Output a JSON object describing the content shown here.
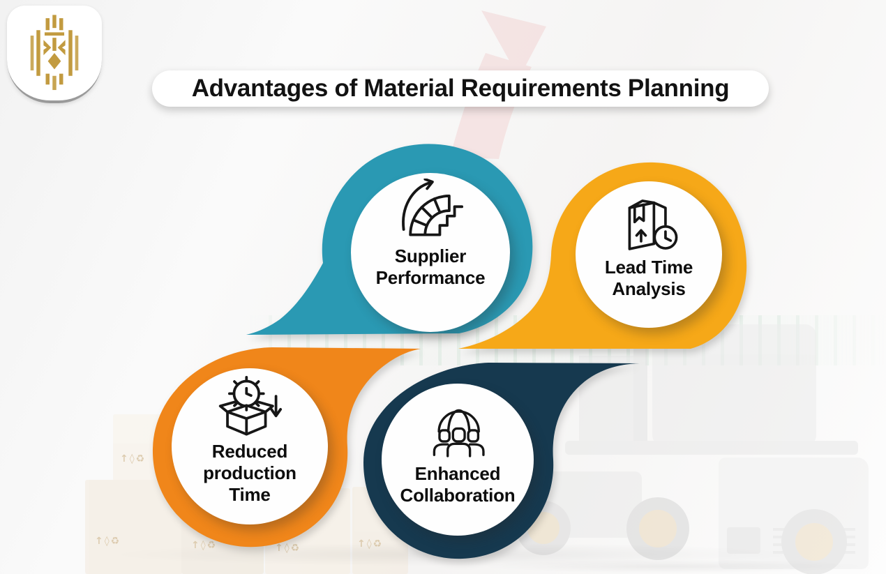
{
  "title": {
    "text": "Advantages of Material Requirements Planning"
  },
  "logo": {
    "gold": "#c29b40"
  },
  "watermark": {
    "box_marks": "↑◊♻"
  },
  "cards": [
    {
      "id": "supplier-performance",
      "color": "#2a99b3",
      "icon": "growth-staircase-icon",
      "lines": [
        "Supplier",
        "Performance"
      ]
    },
    {
      "id": "lead-time-analysis",
      "color": "#f6a818",
      "icon": "package-clock-icon",
      "lines": [
        "Lead Time",
        "Analysis"
      ]
    },
    {
      "id": "reduced-production-time",
      "color": "#f0861a",
      "icon": "box-gear-clock-icon",
      "lines": [
        "Reduced",
        "production",
        "Time"
      ]
    },
    {
      "id": "enhanced-collaboration",
      "color": "#16394f",
      "icon": "global-team-icon",
      "lines": [
        "Enhanced",
        "Collaboration"
      ]
    }
  ]
}
